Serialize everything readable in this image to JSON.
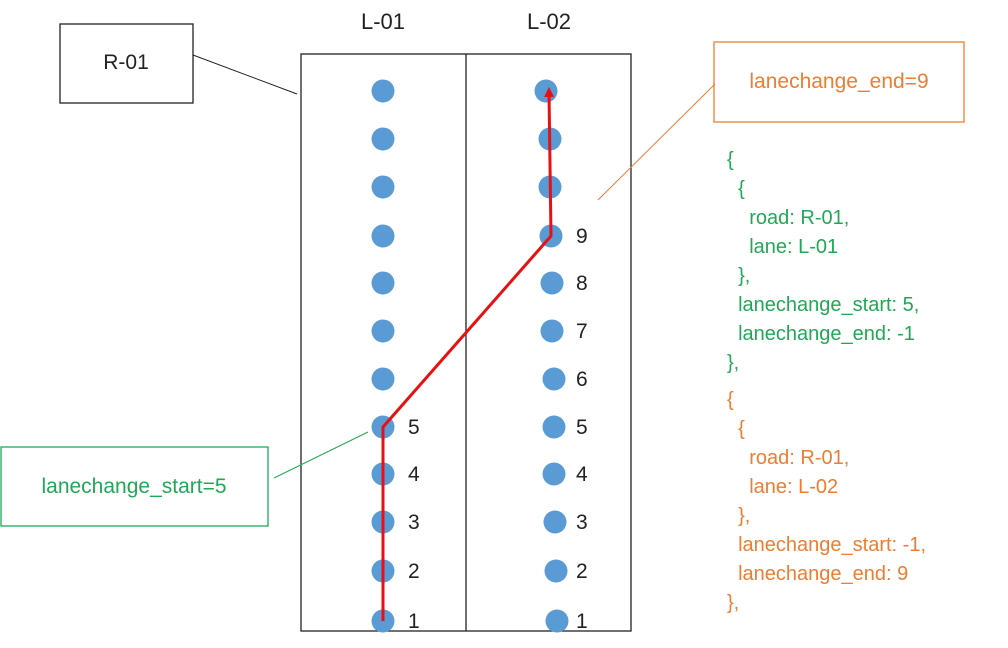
{
  "road": {
    "label": "R-01"
  },
  "lanes": [
    {
      "label": "L-01"
    },
    {
      "label": "L-02"
    }
  ],
  "point_numbers": {
    "left": [
      "1",
      "2",
      "3",
      "4",
      "5"
    ],
    "right": [
      "1",
      "2",
      "3",
      "4",
      "5",
      "6",
      "7",
      "8",
      "9"
    ]
  },
  "path": {
    "lanechange_start_label": "lanechange_start=5",
    "lanechange_end_label": "lanechange_end=9"
  },
  "code_blocks": {
    "first": [
      "{",
      "  {",
      "    road: R-01,",
      "    lane: L-01",
      "  },",
      "  lanechange_start: 5,",
      "  lanechange_end: -1",
      "},"
    ],
    "second": [
      "{",
      "  {",
      "    road: R-01,",
      "    lane: L-02",
      "  },",
      "  lanechange_start: -1,",
      "  lanechange_end: 9",
      "},"
    ]
  },
  "colors": {
    "point": "#5b9bd5",
    "path": "#e81010",
    "start": "#21a857",
    "end": "#ed7d31",
    "box": "#222222"
  }
}
